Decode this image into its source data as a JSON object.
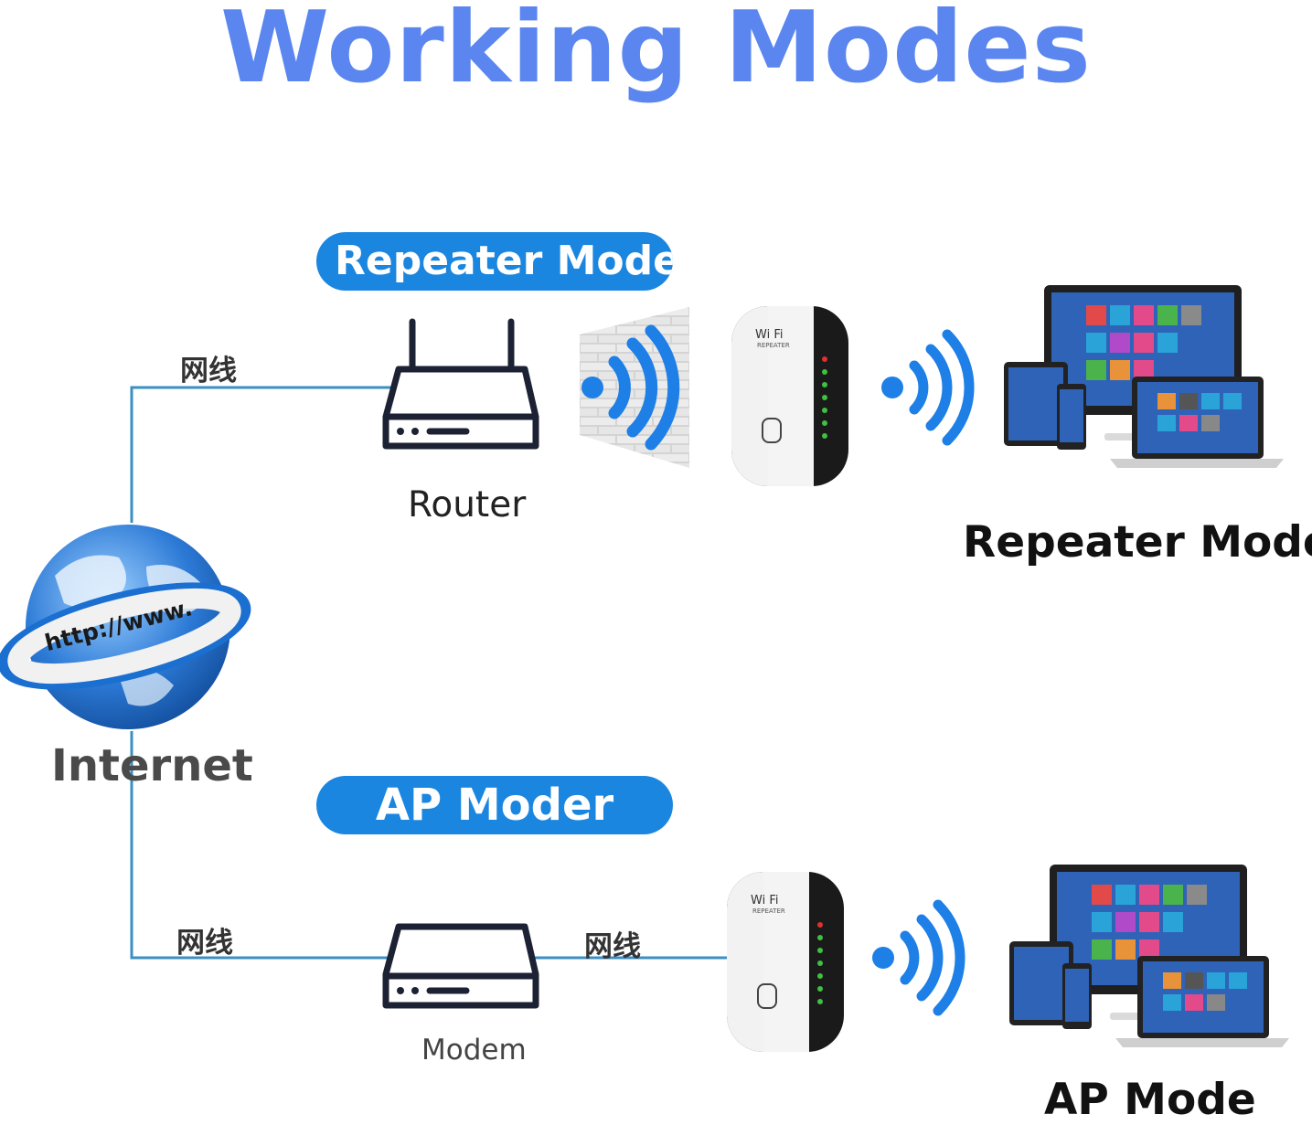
{
  "title": "Working Modes",
  "colors": {
    "accent": "#5b86f0",
    "pill": "#1a86e0",
    "line": "#3a8fc4",
    "signal": "#1e7fe6"
  },
  "repeater_section": {
    "pill_label": "Repeater Moder",
    "cable_label": "网线",
    "router_label": "Router",
    "device_brand": "Wi Fi",
    "device_sub": "REPEATER",
    "mode_label": "Repeater Mode"
  },
  "internet": {
    "globe_text": "http://www.",
    "label": "Internet"
  },
  "ap_section": {
    "pill_label": "AP Moder",
    "cable_label_left": "网线",
    "cable_label_right": "网线",
    "modem_label": "Modem",
    "device_brand": "Wi Fi",
    "device_sub": "REPEATER",
    "mode_label": "AP Mode"
  },
  "icons": [
    "router-icon",
    "brick-wall-icon",
    "wifi-signal-icon",
    "repeater-device-icon",
    "devices-icon",
    "globe-icon",
    "modem-icon"
  ]
}
